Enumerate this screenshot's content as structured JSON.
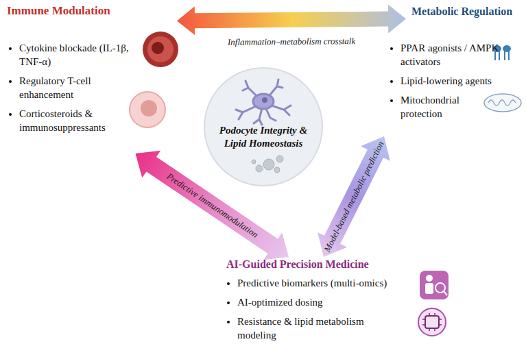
{
  "diagram": {
    "nodes": [
      {
        "text": [
          "Immune Modulation",
          "Cytokine blockade (IL-1β, TNF-α)",
          "Regulatory T-cell enhancement",
          "Corticosteroids & immunosuppressants"
        ]
      },
      {
        "text": [
          "Metabolic Regulation",
          "PPAR agonists / AMPK activators",
          "Lipid-lowering agents",
          "Mitochondrial protection"
        ]
      },
      {
        "text": [
          "Podocyte Integrity & Lipid Homeostasis"
        ]
      },
      {
        "text": [
          "AI-Guided Precision Medicine",
          "Predictive biomarkers (multi-omics)",
          "AI-optimized dosing",
          "Resistance & lipid metabolism modeling"
        ]
      }
    ],
    "edges": [
      {
        "from": 0,
        "to": 1,
        "arrow": "both",
        "label": "Inflammation–metabolism crosstalk"
      },
      {
        "from": 0,
        "to": 3,
        "arrow": "both",
        "label": "Predictive immunomodulation"
      },
      {
        "from": 1,
        "to": 3,
        "arrow": "both",
        "label": "Model-based metabolic prediction"
      }
    ]
  }
}
